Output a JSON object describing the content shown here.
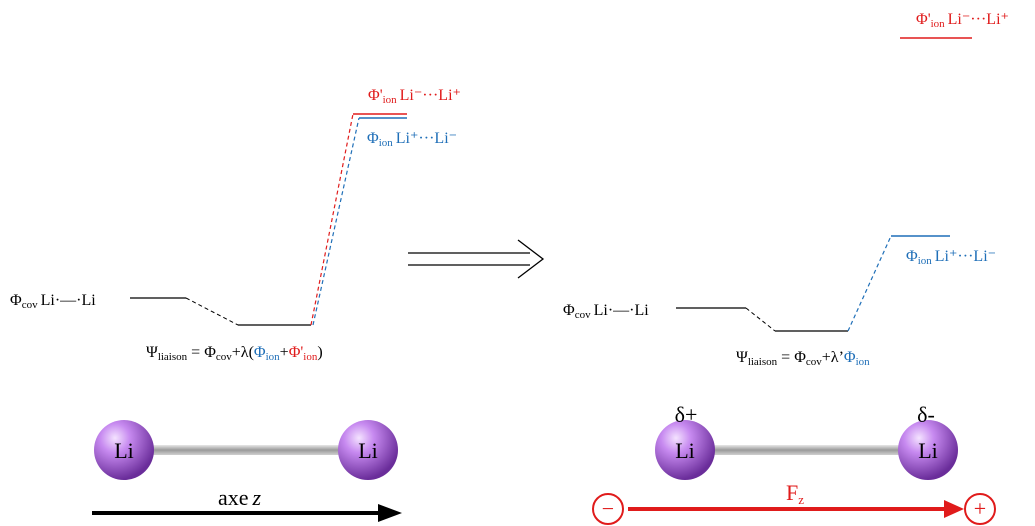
{
  "symbols": {
    "phi": "Φ",
    "phi_prime": "Φ'",
    "psi": "Ψ",
    "plus": "+",
    "eq": " = ",
    "lambda_open": "+λ(",
    "lambda_prime": "+λ’",
    "close_paren": ")"
  },
  "subscripts": {
    "cov": "cov",
    "ion": "ion",
    "liaison": "liaison",
    "z": "z"
  },
  "species": {
    "covalent": "Li·—·Li",
    "ion_minus_plus": "Li⁻···Li⁺",
    "ion_plus_minus": "Li⁺···Li⁻"
  },
  "atoms": {
    "label": "Li"
  },
  "charges": {
    "delta_plus": "δ+",
    "delta_minus": "δ-"
  },
  "axis": {
    "label": "axe",
    "var": "z"
  },
  "force": {
    "letter": "F",
    "minus_sign": "−",
    "plus_sign": "+"
  },
  "colors": {
    "red": "#e01b1b",
    "blue": "#1f6fb8",
    "atom": "#a866d6",
    "bond": "#b8b8b8"
  }
}
